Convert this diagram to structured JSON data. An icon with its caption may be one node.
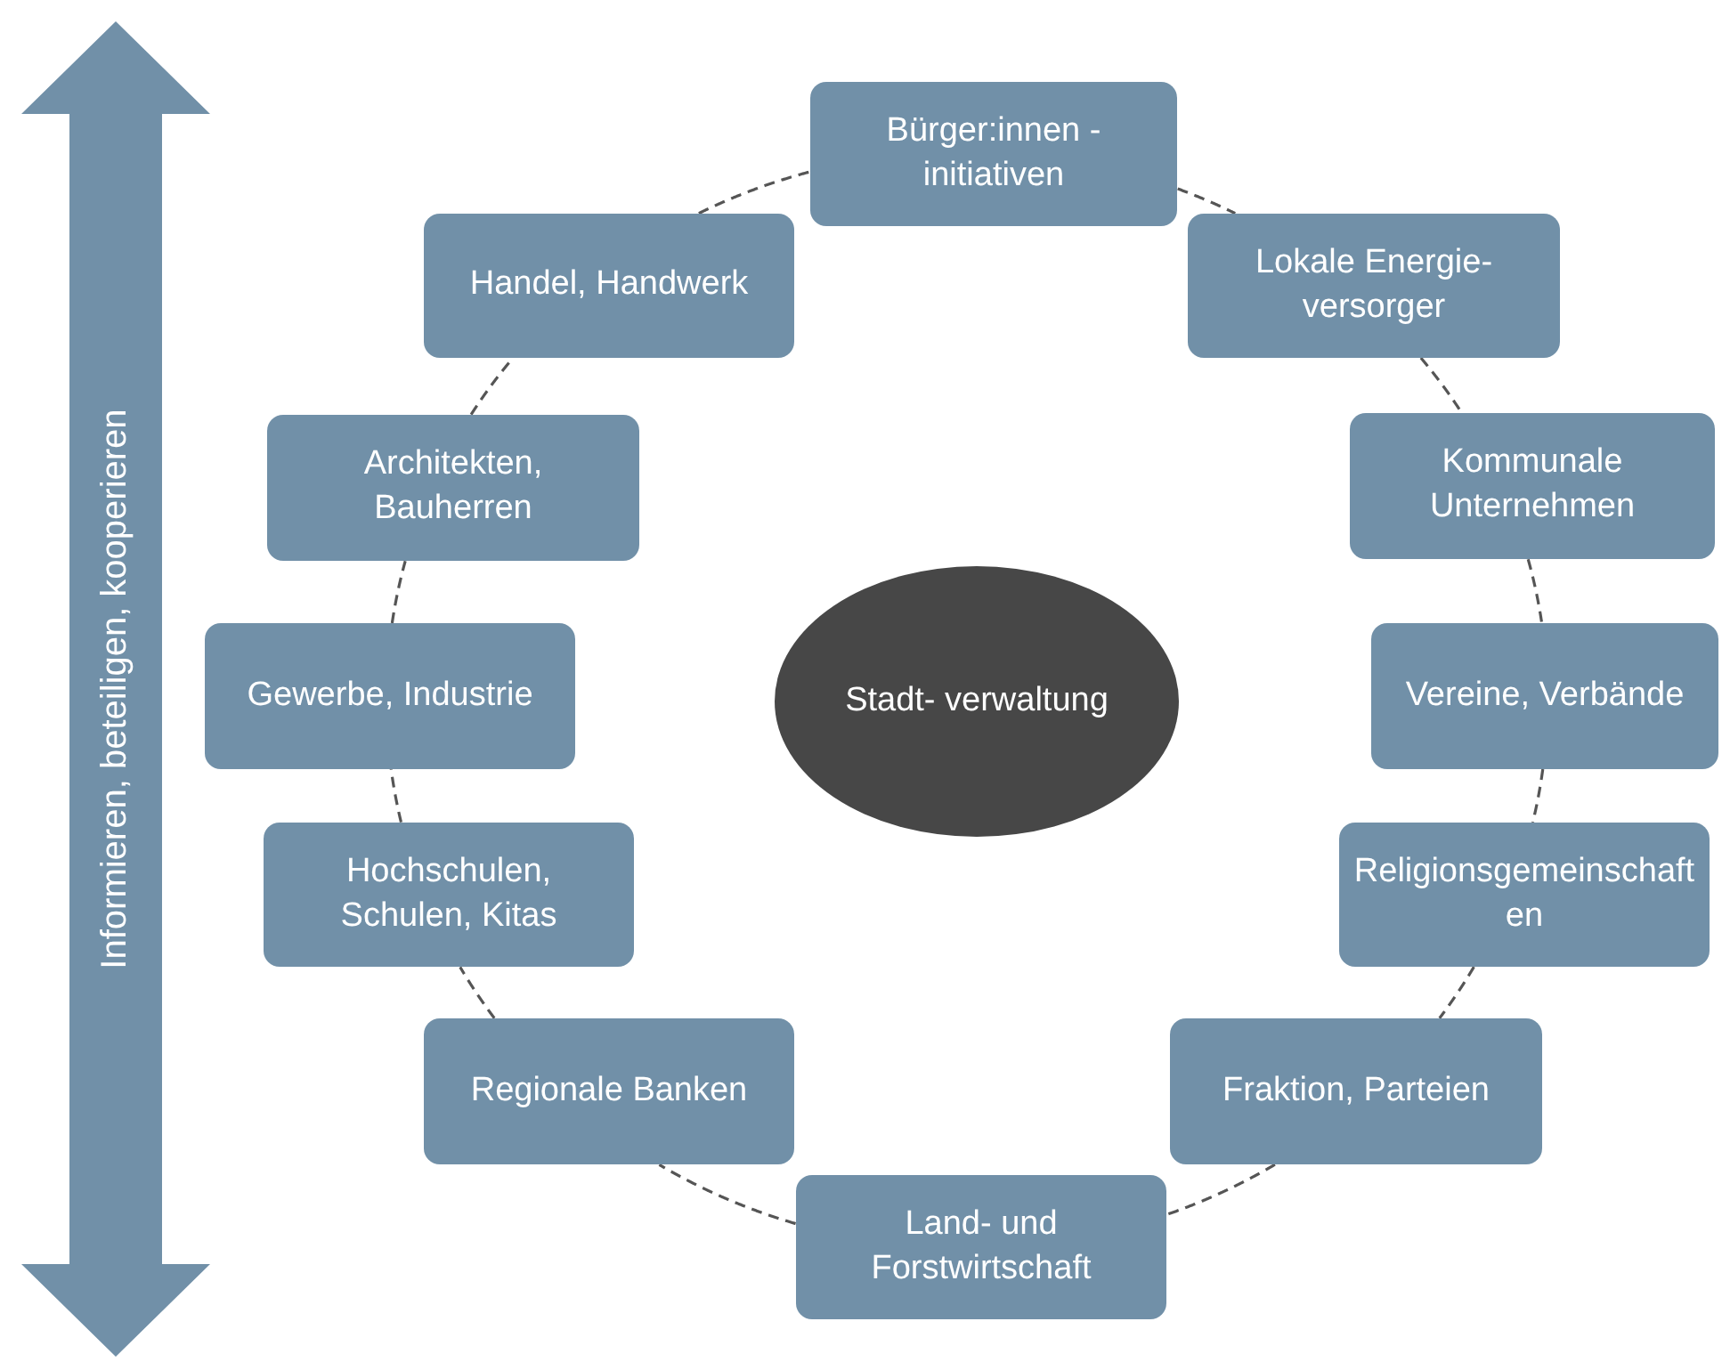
{
  "diagram": {
    "nodes": [
      {
        "text": [
          "Informieren, beteiligen, kooperieren"
        ]
      },
      {
        "text": [
          "Stadt- verwaltung"
        ]
      },
      {
        "text": [
          "Bürger:innen - initiativen"
        ]
      },
      {
        "text": [
          "Lokale Energie- versorger"
        ]
      },
      {
        "text": [
          "Kommunale Unternehmen"
        ]
      },
      {
        "text": [
          "Vereine, Verbände"
        ]
      },
      {
        "text": [
          "Religionsgemeinschaften"
        ]
      },
      {
        "text": [
          "Fraktion, Parteien"
        ]
      },
      {
        "text": [
          "Land- und Forstwirtschaft"
        ]
      },
      {
        "text": [
          "Regionale Banken"
        ]
      },
      {
        "text": [
          "Hochschulen, Schulen, Kitas"
        ]
      },
      {
        "text": [
          "Gewerbe, Industrie"
        ]
      },
      {
        "text": [
          "Architekten, Bauherren"
        ]
      },
      {
        "text": [
          "Handel, Handwerk"
        ]
      }
    ],
    "edges": [
      {
        "from": 2,
        "to": 3,
        "arrow": "none",
        "style": "dashed"
      },
      {
        "from": 3,
        "to": 4,
        "arrow": "none",
        "style": "dashed"
      },
      {
        "from": 4,
        "to": 5,
        "arrow": "none",
        "style": "dashed"
      },
      {
        "from": 5,
        "to": 6,
        "arrow": "none",
        "style": "dashed"
      },
      {
        "from": 6,
        "to": 7,
        "arrow": "none",
        "style": "dashed"
      },
      {
        "from": 7,
        "to": 8,
        "arrow": "none",
        "style": "dashed"
      },
      {
        "from": 8,
        "to": 9,
        "arrow": "none",
        "style": "dashed"
      },
      {
        "from": 9,
        "to": 10,
        "arrow": "none",
        "style": "dashed"
      },
      {
        "from": 10,
        "to": 11,
        "arrow": "none",
        "style": "dashed"
      },
      {
        "from": 11,
        "to": 12,
        "arrow": "none",
        "style": "dashed"
      },
      {
        "from": 12,
        "to": 13,
        "arrow": "none",
        "style": "dashed"
      },
      {
        "from": 13,
        "to": 2,
        "arrow": "none",
        "style": "dashed"
      }
    ]
  }
}
